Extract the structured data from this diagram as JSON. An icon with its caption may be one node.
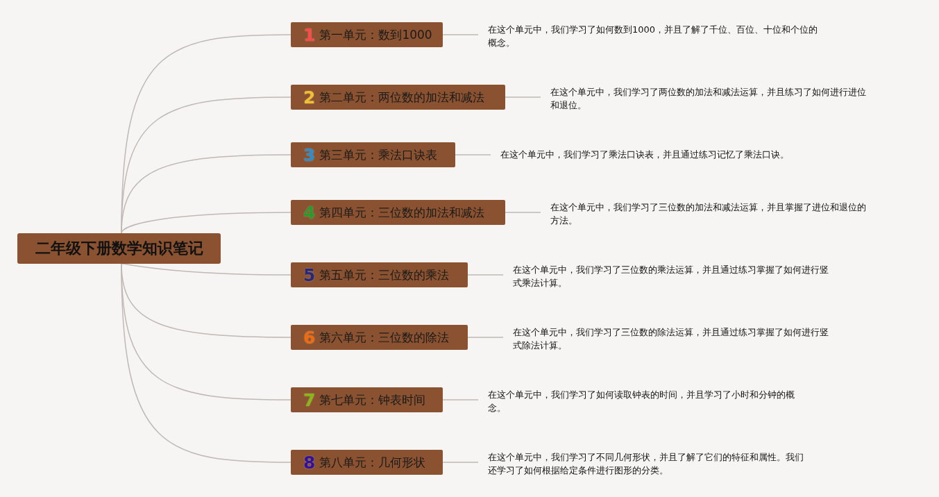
{
  "diagram": {
    "nodes": [
      {
        "text": [
          "二年级下册数学知识笔记"
        ]
      },
      {
        "text": [
          "1",
          "第一单元：数到1000"
        ]
      },
      {
        "text": [
          "2",
          "第二单元：两位数的加法和减法"
        ]
      },
      {
        "text": [
          "3",
          "第三单元：乘法口诀表"
        ]
      },
      {
        "text": [
          "4",
          "第四单元：三位数的加法和减法"
        ]
      },
      {
        "text": [
          "5",
          "第五单元：三位数的乘法"
        ]
      },
      {
        "text": [
          "6",
          "第六单元：三位数的除法"
        ]
      },
      {
        "text": [
          "7",
          "第七单元：钟表时间"
        ]
      },
      {
        "text": [
          "8",
          "第八单元：几何形状"
        ]
      },
      {
        "text": [
          "在这个单元中，我们学习了如何数到1000，并且了解了千位、百位、十位和个位的概念。"
        ]
      },
      {
        "text": [
          "在这个单元中，我们学习了两位数的加法和减法运算，并且练习了如何进行进位和退位。"
        ]
      },
      {
        "text": [
          "在这个单元中，我们学习了乘法口诀表，并且通过练习记忆了乘法口诀。"
        ]
      },
      {
        "text": [
          "在这个单元中，我们学习了三位数的加法和减法运算，并且掌握了进位和退位的方法。"
        ]
      },
      {
        "text": [
          "在这个单元中，我们学习了三位数的乘法运算，并且通过练习掌握了如何进行竖式乘法计算。"
        ]
      },
      {
        "text": [
          "在这个单元中，我们学习了三位数的除法运算，并且通过练习掌握了如何进行竖式除法计算。"
        ]
      },
      {
        "text": [
          "在这个单元中，我们学习了如何读取钟表的时间，并且学习了小时和分钟的概念。"
        ]
      },
      {
        "text": [
          "在这个单元中，我们学习了不同几何形状，并且了解了它们的特征和属性。我们还学习了如何根据给定条件进行图形的分类。"
        ]
      }
    ],
    "edges": [
      {
        "from": 0,
        "to": 1,
        "arrow": "none"
      },
      {
        "from": 0,
        "to": 2,
        "arrow": "none"
      },
      {
        "from": 0,
        "to": 3,
        "arrow": "none"
      },
      {
        "from": 0,
        "to": 4,
        "arrow": "none"
      },
      {
        "from": 0,
        "to": 5,
        "arrow": "none"
      },
      {
        "from": 0,
        "to": 6,
        "arrow": "none"
      },
      {
        "from": 0,
        "to": 7,
        "arrow": "none"
      },
      {
        "from": 0,
        "to": 8,
        "arrow": "none"
      },
      {
        "from": 1,
        "to": 9,
        "arrow": "none"
      },
      {
        "from": 2,
        "to": 10,
        "arrow": "none"
      },
      {
        "from": 3,
        "to": 11,
        "arrow": "none"
      },
      {
        "from": 4,
        "to": 12,
        "arrow": "none"
      },
      {
        "from": 5,
        "to": 13,
        "arrow": "none"
      },
      {
        "from": 6,
        "to": 14,
        "arrow": "none"
      },
      {
        "from": 7,
        "to": 15,
        "arrow": "none"
      },
      {
        "from": 8,
        "to": 16,
        "arrow": "none"
      }
    ]
  }
}
